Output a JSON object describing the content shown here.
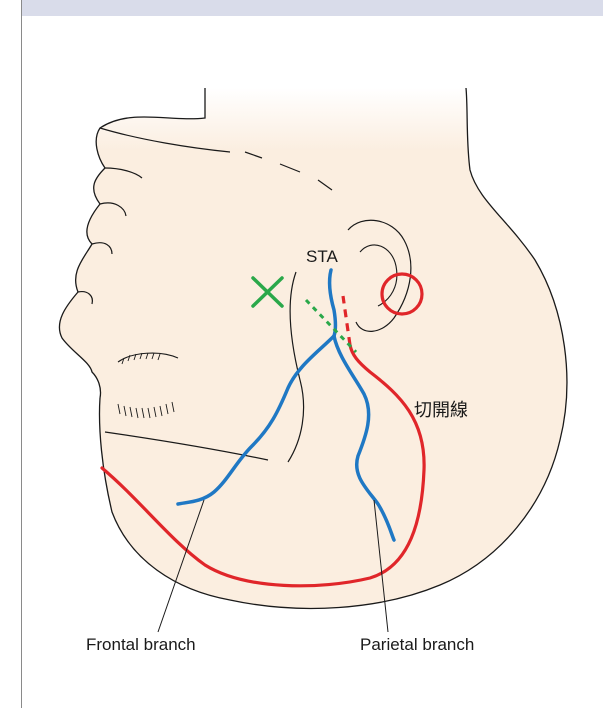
{
  "labels": {
    "sta": "STA",
    "incision": "切開線",
    "frontal": "Frontal branch",
    "parietal": "Parietal branch"
  },
  "colors": {
    "skin": "#fbeee0",
    "outline": "#1a1a1a",
    "artery": "#1f78c4",
    "incision": "#e0262a",
    "marker_x": "#2aa84a",
    "marker_circle": "#e0262a",
    "header_band": "#d9dcea"
  },
  "icons": {
    "excluded_point": "x-mark-icon",
    "ear_marker": "circle-marker-icon"
  }
}
